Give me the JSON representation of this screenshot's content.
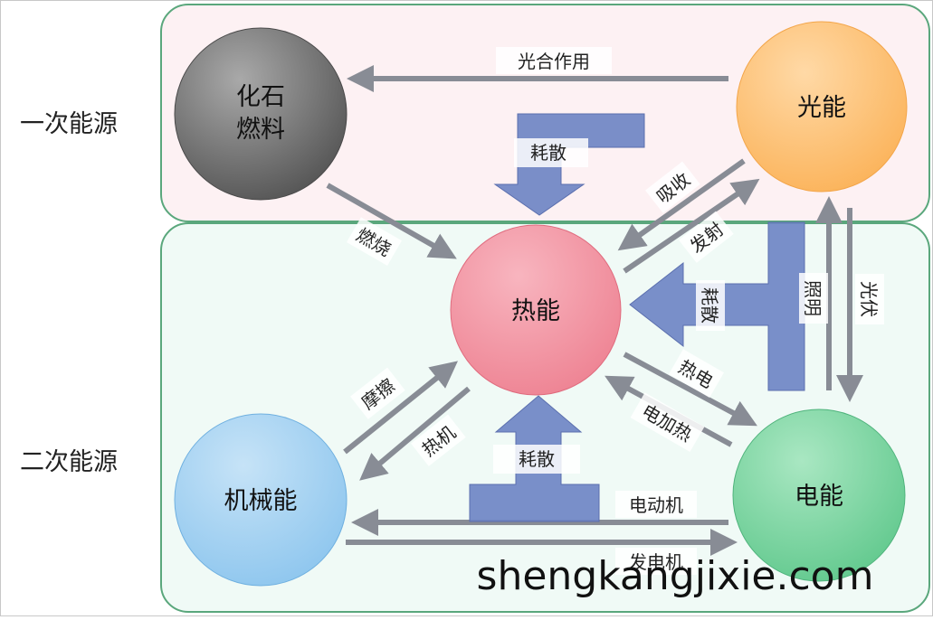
{
  "regions": {
    "primary": {
      "label": "一次能源"
    },
    "secondary": {
      "label": "二次能源"
    }
  },
  "nodes": {
    "fossil": {
      "label_line1": "化石",
      "label_line2": "燃料"
    },
    "light": {
      "label": "光能"
    },
    "heat": {
      "label": "热能"
    },
    "mechanical": {
      "label": "机械能"
    },
    "electric": {
      "label": "电能"
    }
  },
  "edges": {
    "photosynthesis": "光合作用",
    "combustion": "燃烧",
    "absorb": "吸收",
    "emit": "发射",
    "illumination": "照明",
    "photovoltaic": "光伏",
    "friction": "摩擦",
    "heat_engine": "热机",
    "thermoelectric": "热电",
    "electric_heating": "电加热",
    "motor": "电动机",
    "generator": "发电机",
    "dissipate_top": "耗散",
    "dissipate_right": "耗散",
    "dissipate_bottom": "耗散"
  },
  "watermark": "shengkangjixie.com",
  "colors": {
    "primary_region_fill": "#fdf1f3",
    "secondary_region_fill": "#f0faf6",
    "region_stroke": "#5aa77c",
    "arrow_gray": "#888c95",
    "dissipate_blue": "#6f85c4"
  }
}
